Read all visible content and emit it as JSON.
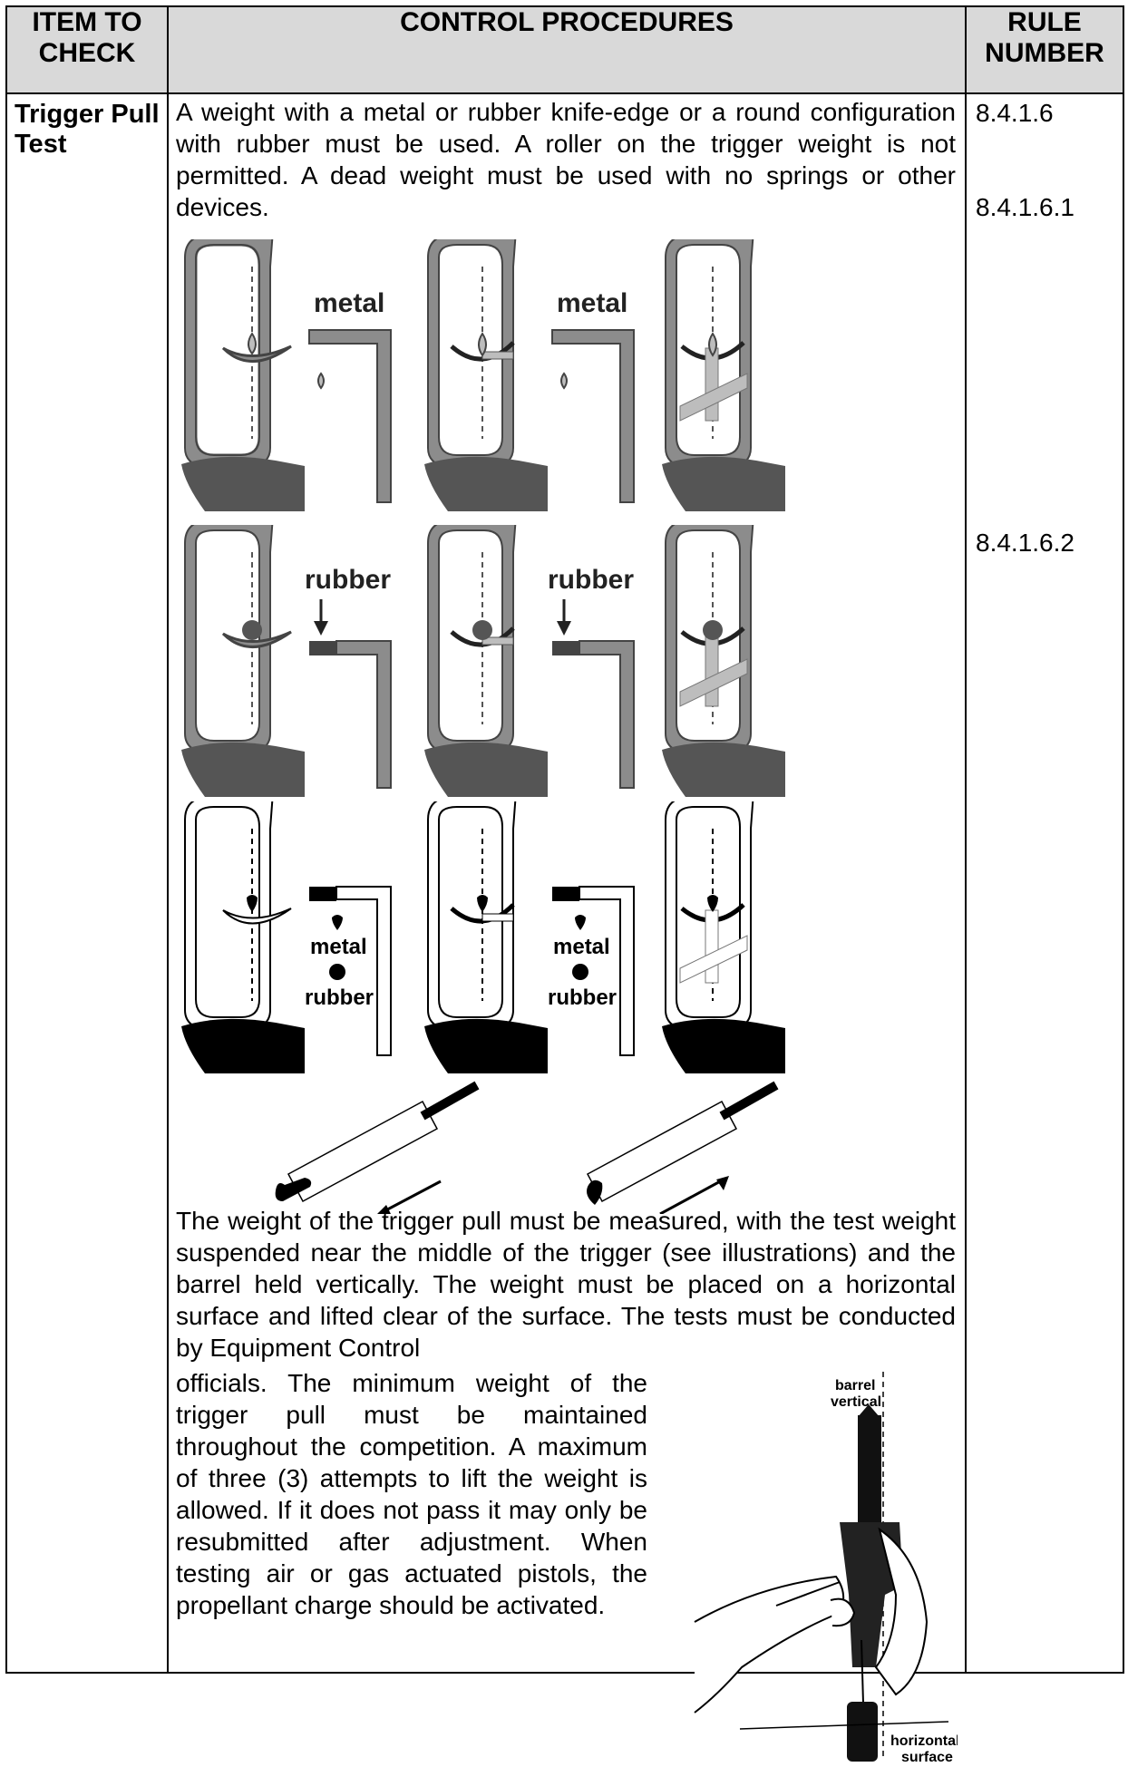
{
  "header": {
    "item_to_check": "ITEM TO CHECK",
    "control_procedures": "CONTROL PROCEDURES",
    "rule_number": "RULE NUMBER"
  },
  "row": {
    "item": "Trigger Pull Test",
    "paragraph_1": "A weight with a metal or rubber knife-edge or a round configuration with rubber must be used. A roller on the trigger weight is not permitted. A dead weight must be used with no springs or other devices.",
    "paragraph_2": "The weight of the trigger pull must be measured, with the test weight suspended near the middle of the trigger (see illustrations) and the barrel held vertically. The weight must be placed on a horizontal surface and lifted clear of the surface. The tests must be conducted by Equipment Control",
    "paragraph_3": "officials. The minimum weight of the trigger pull must be maintained throughout the competition. A maximum of three (3) attempts to lift the weight is allowed. If it does not pass it may only be resubmitted after adjustment. When testing air or gas actuated pistols, the propellant charge should be activated.",
    "rules": [
      "8.4.1.6",
      "8.4.1.6.1",
      "8.4.1.6.2"
    ]
  },
  "figure_labels": {
    "metal": "metal",
    "rubber": "rubber",
    "barrel_vertical_1": "barrel",
    "barrel_vertical_2": "vertical",
    "horizontal_surface_1": "horizontal",
    "horizontal_surface_2": "surface"
  },
  "colors": {
    "header_bg": "#d9d9d9",
    "figure_gray": "#8c8c8c",
    "figure_dark": "#555555",
    "figure_light": "#bdbdbd"
  }
}
